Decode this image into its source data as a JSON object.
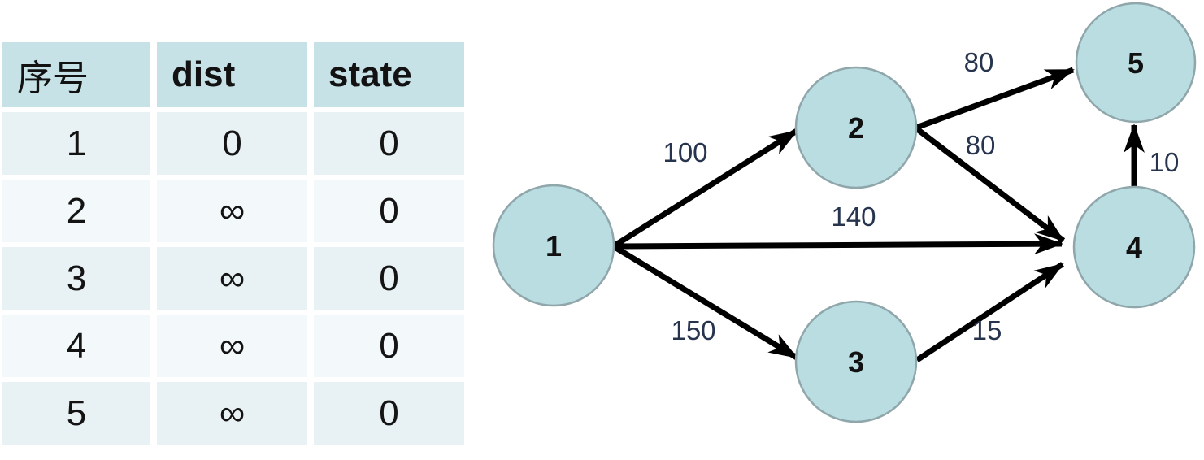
{
  "table": {
    "headers": [
      "序号",
      "dist",
      "state"
    ],
    "rows": [
      {
        "id": "1",
        "dist": "0",
        "state": "0"
      },
      {
        "id": "2",
        "dist": "∞",
        "state": "0"
      },
      {
        "id": "3",
        "dist": "∞",
        "state": "0"
      },
      {
        "id": "4",
        "dist": "∞",
        "state": "0"
      },
      {
        "id": "5",
        "dist": "∞",
        "state": "0"
      }
    ]
  },
  "graph": {
    "nodes": [
      {
        "id": "1"
      },
      {
        "id": "2"
      },
      {
        "id": "3"
      },
      {
        "id": "4"
      },
      {
        "id": "5"
      }
    ],
    "edges": [
      {
        "from": "1",
        "to": "2",
        "weight": "100"
      },
      {
        "from": "1",
        "to": "4",
        "weight": "140"
      },
      {
        "from": "1",
        "to": "3",
        "weight": "150"
      },
      {
        "from": "2",
        "to": "5",
        "weight": "80"
      },
      {
        "from": "2",
        "to": "4",
        "weight": "80"
      },
      {
        "from": "3",
        "to": "4",
        "weight": "15"
      },
      {
        "from": "4",
        "to": "5",
        "weight": "10"
      }
    ]
  },
  "colors": {
    "table_header_bg": "#c6e2e6",
    "table_row_bg_odd": "#e8f1f3",
    "table_row_bg_even": "#f3f8fa",
    "node_fill": "#b9dde1",
    "node_border": "#8fa6ab",
    "edge_color": "#000000",
    "edge_label_color": "#26344e"
  }
}
